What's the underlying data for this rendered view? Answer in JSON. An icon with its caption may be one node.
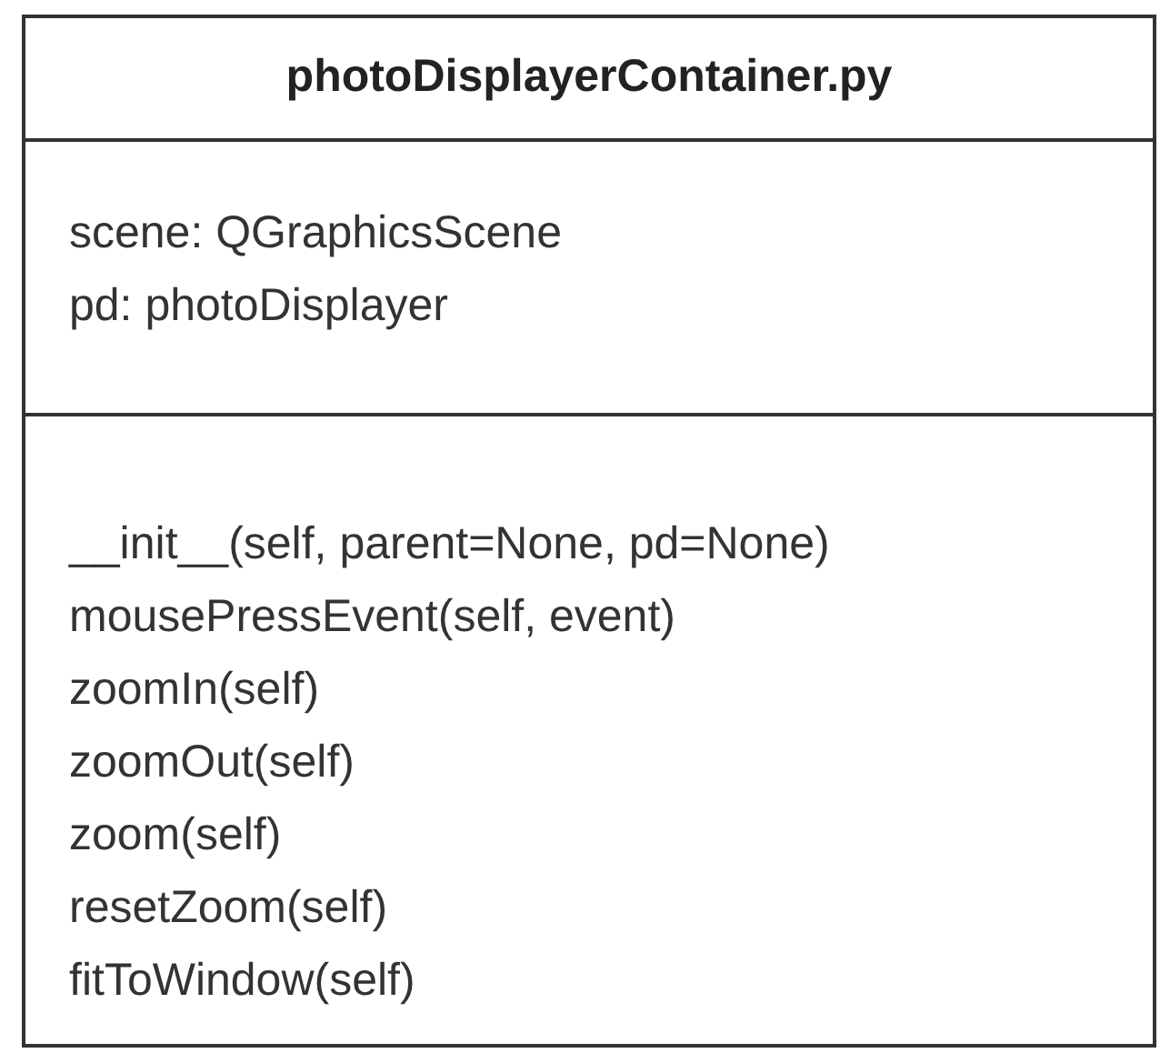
{
  "diagram": {
    "nodes": [
      {
        "text": [
          "photoDisplayerContainer.py"
        ]
      },
      {
        "text": [
          "scene: QGraphicsScene",
          "pd: photoDisplayer"
        ],
        "in": 0
      },
      {
        "text": [
          "__init__(self, parent=None, pd=None)",
          "mousePressEvent(self, event)",
          "zoomIn(self)",
          "zoomOut(self)",
          "zoom(self)",
          "resetZoom(self)",
          "fitToWindow(self)"
        ],
        "in": 0
      }
    ]
  }
}
